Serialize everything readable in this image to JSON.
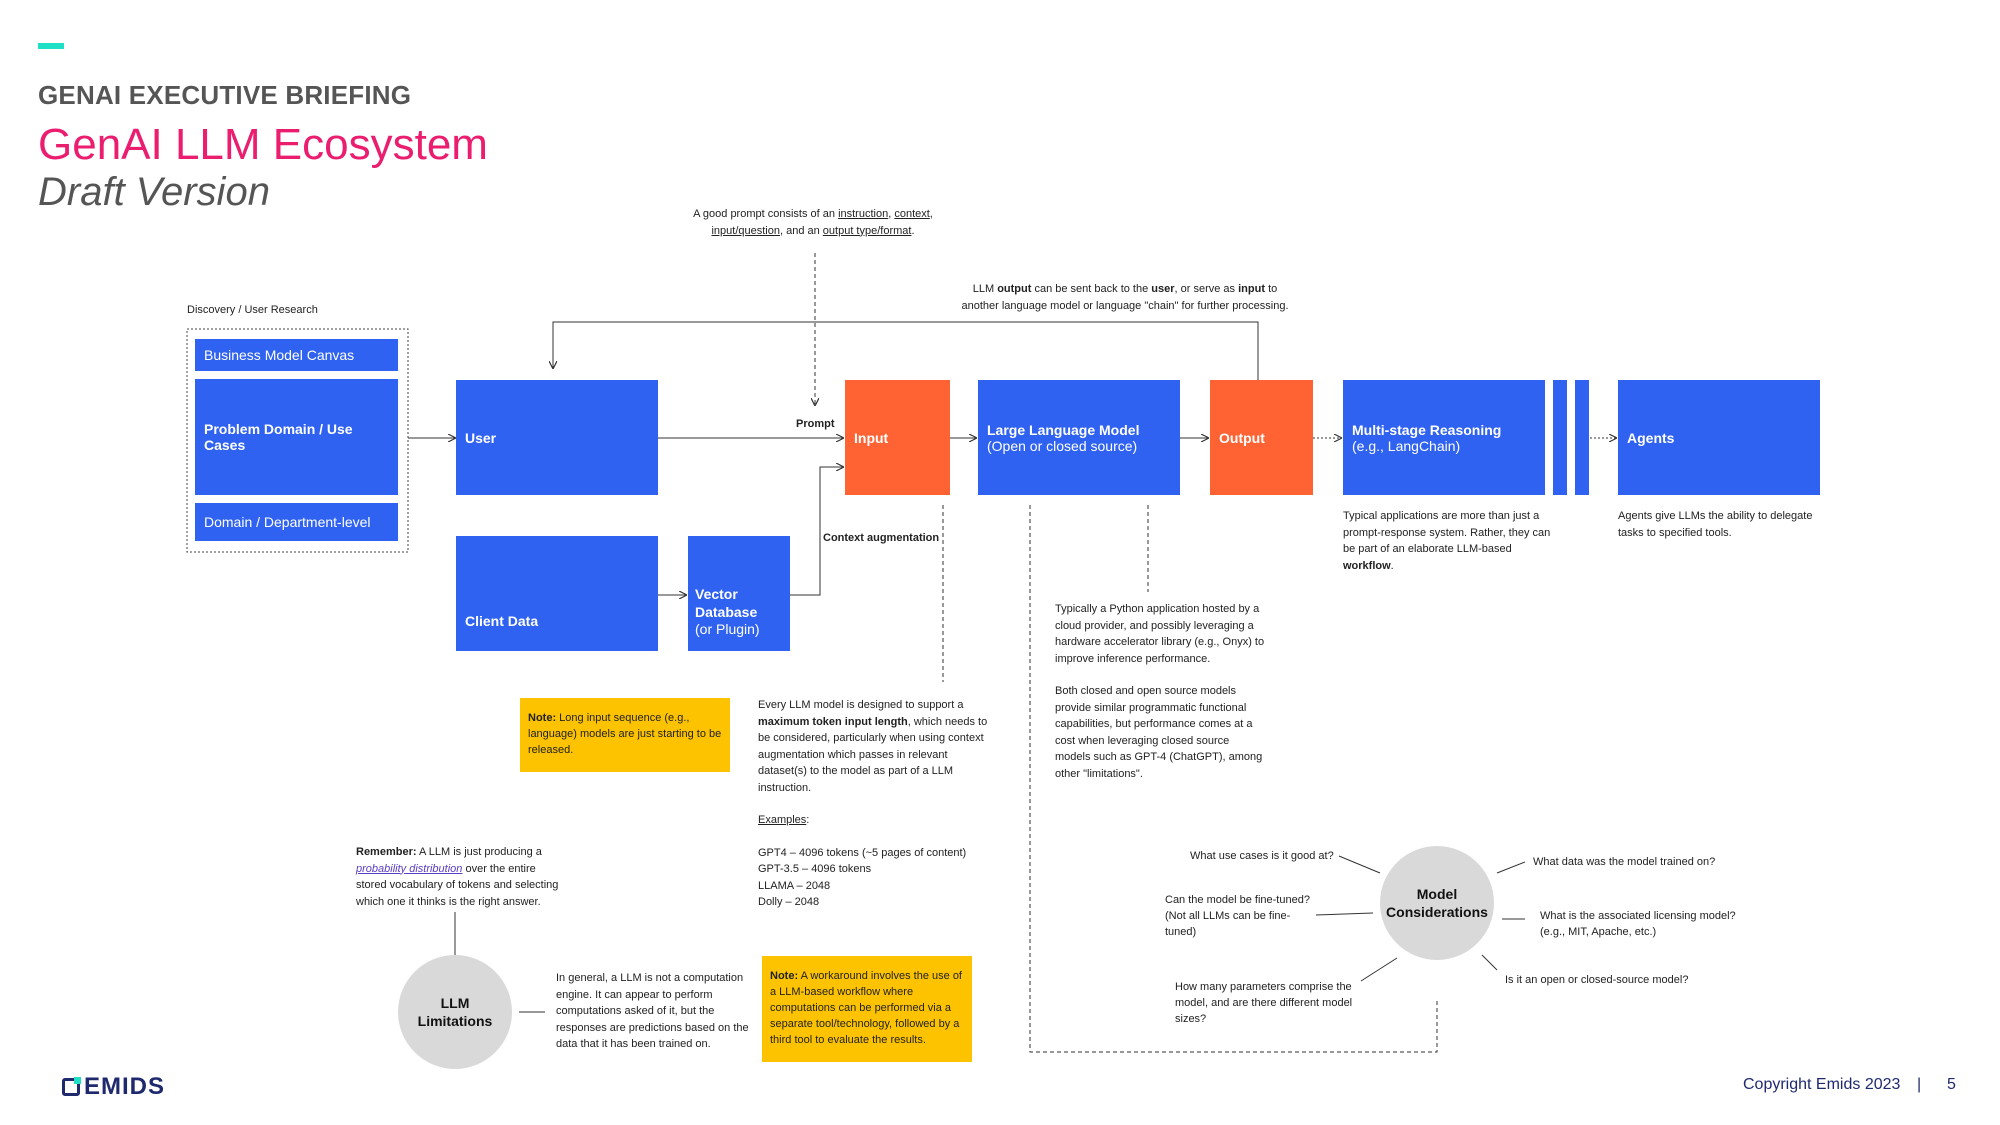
{
  "header": {
    "kicker": "GENAI EXECUTIVE BRIEFING",
    "title": "GenAI LLM Ecosystem",
    "subtitle": "Draft Version"
  },
  "discovery": {
    "label": "Discovery / User Research",
    "items": [
      "Business Model Canvas",
      "Problem Domain / Use Cases",
      "Domain / Department-level"
    ]
  },
  "nodes": {
    "user": "User",
    "client_data": "Client Data",
    "vector_db_title": "Vector Database",
    "vector_db_sub": "(or Plugin)",
    "input": "Input",
    "llm_title": "Large Language Model",
    "llm_sub": "(Open or closed source)",
    "output": "Output",
    "msr_title": "Multi-stage Reasoning",
    "msr_sub": "(e.g., LangChain)",
    "agents": "Agents"
  },
  "edge_labels": {
    "prompt": "Prompt",
    "context_aug": "Context augmentation"
  },
  "annotations": {
    "prompt_note_1": "A good prompt consists of an",
    "prompt_note_instruction": "instruction",
    "prompt_note_context": "context",
    "prompt_note_input": "input/question",
    "prompt_note_2": ", and an",
    "prompt_note_output": "output type/format",
    "output_note_a": "LLM",
    "output_note_output": "output",
    "output_note_b": "can be sent back to the",
    "output_note_user": "user",
    "output_note_c": ", or serve as",
    "output_note_input": "input",
    "output_note_d": "to",
    "output_note_line2": "another language model or language \"chain\" for further processing.",
    "msr_note": "Typical applications are more than just a prompt-response system. Rather, they can be part of an elaborate LLM-based",
    "msr_note_bold": "workflow",
    "agents_note": "Agents give LLMs the ability to delegate tasks to specified tools.",
    "python_note_1": "Typically a Python application hosted by a cloud provider, and possibly leveraging a hardware accelerator library (e.g., Onyx) to improve inference performance.",
    "python_note_2": "Both closed and open source models provide similar programmatic functional capabilities, but performance comes at a cost when leveraging closed source models such as GPT-4 (ChatGPT), among other \"limitations\".",
    "token_note_1": "Every LLM model is designed to support a",
    "token_note_bold": "maximum token input length",
    "token_note_2": ", which needs to be considered, particularly when using context augmentation which passes in relevant dataset(s) to the model as part of a LLM instruction.",
    "examples_label": "Examples",
    "examples": [
      "GPT4 – 4096 tokens (~5 pages of content)",
      "GPT-3.5 – 4096 tokens",
      "LLAMA – 2048",
      "Dolly – 2048"
    ],
    "remember_bold": "Remember:",
    "remember_1": "A LLM is just producing a",
    "remember_link": "probability distribution",
    "remember_2": "over the entire stored vocabulary of tokens and selecting which one it thinks is the right answer.",
    "computation_note": "In general, a LLM is not a computation engine. It can appear to perform computations asked of it, but the responses are predictions based on the data that it has been trained on."
  },
  "notes": {
    "note_label": "Note:",
    "long_input": "Long input sequence (e.g., language) models are just starting to be released.",
    "workaround": "A workaround involves the use of a LLM-based workflow where computations can be performed via a separate tool/technology, followed by a third tool to evaluate the results."
  },
  "llm_limitations": "LLM Limitations",
  "model_considerations": {
    "center": "Model Considerations",
    "questions": [
      "What use cases is it good at?",
      "What data was the model trained on?",
      "Can the model be fine-tuned? (Not all LLMs can be fine-tuned)",
      "What is the associated licensing model? (e.g., MIT, Apache, etc.)",
      "How many parameters comprise the model, and are there different model sizes?",
      "Is it an open or closed-source model?"
    ]
  },
  "footer": {
    "logo": "EMIDS",
    "copyright": "Copyright Emids 2023",
    "separator": "|",
    "page": "5"
  }
}
